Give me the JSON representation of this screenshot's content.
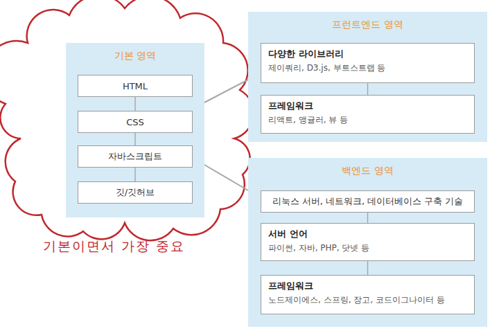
{
  "diagram": {
    "nodes": [
      {
        "text": [
          "기본 영역"
        ]
      },
      {
        "text": [
          "HTML"
        ],
        "in": 0
      },
      {
        "text": [
          "CSS"
        ],
        "in": 0
      },
      {
        "text": [
          "자바스크립트"
        ],
        "in": 0
      },
      {
        "text": [
          "깃/깃허브"
        ],
        "in": 0
      },
      {
        "text": [
          "프런트엔드 영역"
        ]
      },
      {
        "text": [
          "다양한 라이브러리",
          "제이쿼리, D3.js, 부트스트랩 등"
        ],
        "in": 5
      },
      {
        "text": [
          "프레임워크",
          "리액트, 앵귤러, 뷰 등"
        ],
        "in": 5
      },
      {
        "text": [
          "백엔드 영역"
        ]
      },
      {
        "text": [
          "리눅스 서버, 네트워크, 데이터베이스 구축 기술"
        ],
        "in": 8
      },
      {
        "text": [
          "서버 언어",
          "파이썬, 자바, PHP, 닷넷 등"
        ],
        "in": 8
      },
      {
        "text": [
          "프레임워크",
          "노드제이에스, 스프링, 장고, 코드이그나이터 등"
        ],
        "in": 8
      }
    ],
    "edges": [
      {
        "from": 0,
        "to": 5,
        "arrow": "none"
      },
      {
        "from": 0,
        "to": 8,
        "arrow": "none"
      },
      {
        "from": 1,
        "to": 2,
        "arrow": "none"
      },
      {
        "from": 2,
        "to": 3,
        "arrow": "none"
      },
      {
        "from": 3,
        "to": 4,
        "arrow": "none"
      },
      {
        "from": 6,
        "to": 7,
        "arrow": "none"
      },
      {
        "from": 9,
        "to": 10,
        "arrow": "none"
      },
      {
        "from": 10,
        "to": 11,
        "arrow": "none"
      }
    ],
    "labels": [
      "기본이면서 가장 중요"
    ]
  }
}
